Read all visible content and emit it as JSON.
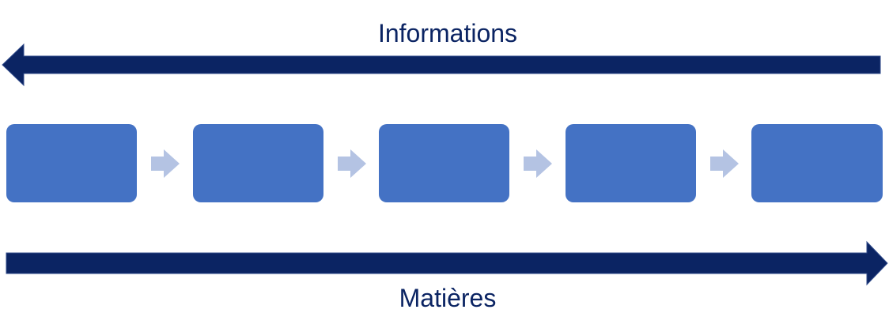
{
  "diagram": {
    "info_label": "Informations",
    "materials_label": "Matières",
    "step_count": 5,
    "colors": {
      "flow_arrow": "#0B2463",
      "flow_arrow_stroke": "#2F4A8A",
      "step_box": "#4472C4",
      "connector": "#B4C3E3",
      "label_text": "#0B2463"
    }
  }
}
